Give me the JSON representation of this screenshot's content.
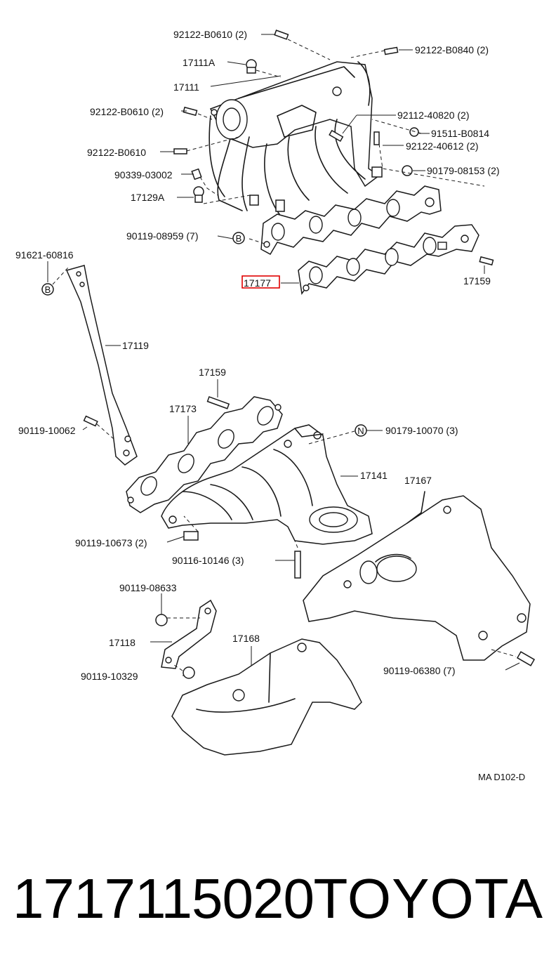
{
  "labels": {
    "l1": "92122-B0610 (2)",
    "l2": "92122-B0840 (2)",
    "l3": "17111A",
    "l4": "17111",
    "l5": "92122-B0610 (2)",
    "l6": "92112-40820 (2)",
    "l7": "91511-B0814",
    "l8": "92122-40612 (2)",
    "l9": "92122-B0610",
    "l10": "90339-03002",
    "l11": "90179-08153 (2)",
    "l12": "17129A",
    "l13": "90119-08959 (7)",
    "l14": "91621-60816",
    "l15": "17177",
    "l16": "17159",
    "l17": "17119",
    "l18": "17159",
    "l19": "17173",
    "l20": "90119-10062",
    "l21": "90179-10070 (3)",
    "l22": "17141",
    "l23": "17167",
    "l24": "90119-10673 (2)",
    "l25": "90116-10146 (3)",
    "l26": "90119-08633",
    "l27": "17118",
    "l28": "17168",
    "l29": "90119-10329",
    "l30": "90119-06380 (7)",
    "code": "MA D102-D"
  },
  "markers": {
    "b1": "B",
    "b2": "B",
    "n1": "N"
  },
  "highlight_color": "#e00000",
  "footer": {
    "part_number": "1717115020",
    "brand": "TOYOTA"
  }
}
